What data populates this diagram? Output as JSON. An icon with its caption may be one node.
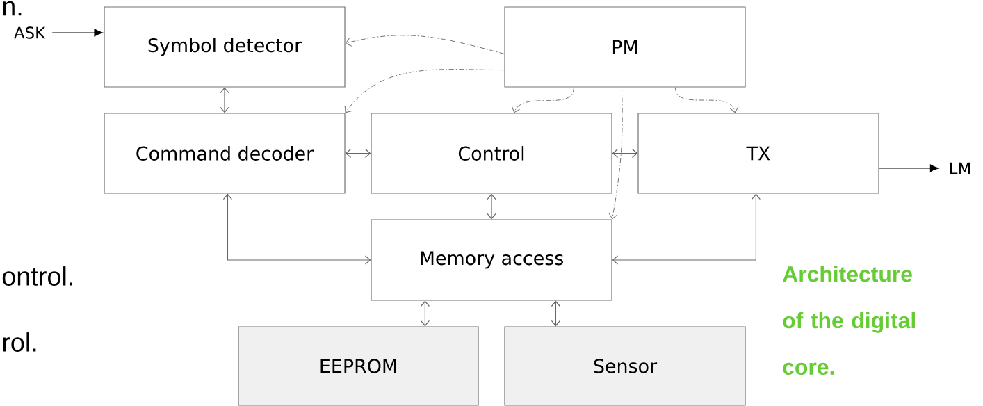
{
  "diagram": {
    "nodes": [
      {
        "text": [
          "ASK"
        ]
      },
      {
        "text": [
          "Symbol detector"
        ]
      },
      {
        "text": [
          "PM"
        ]
      },
      {
        "text": [
          "Command decoder"
        ]
      },
      {
        "text": [
          "Control"
        ]
      },
      {
        "text": [
          "TX"
        ]
      },
      {
        "text": [
          "LM"
        ]
      },
      {
        "text": [
          "Memory access"
        ]
      },
      {
        "text": [
          "EEPROM"
        ]
      },
      {
        "text": [
          "Sensor"
        ]
      }
    ],
    "edges": [
      {
        "from": 0,
        "to": 1,
        "arrow": "to",
        "color": "#000000"
      },
      {
        "from": 2,
        "to": 1,
        "arrow": "to",
        "style": "dashed"
      },
      {
        "from": 2,
        "to": 3,
        "arrow": "to",
        "style": "dashed"
      },
      {
        "from": 2,
        "to": 4,
        "arrow": "to",
        "style": "dashed"
      },
      {
        "from": 2,
        "to": 5,
        "arrow": "to",
        "style": "dashed"
      },
      {
        "from": 2,
        "to": 7,
        "arrow": "to",
        "style": "dashed"
      },
      {
        "from": 1,
        "to": 3,
        "arrow": "both"
      },
      {
        "from": 3,
        "to": 4,
        "arrow": "both"
      },
      {
        "from": 4,
        "to": 5,
        "arrow": "both"
      },
      {
        "from": 5,
        "to": 6,
        "arrow": "to",
        "color": "#000000"
      },
      {
        "from": 3,
        "to": 7,
        "arrow": "both"
      },
      {
        "from": 4,
        "to": 7,
        "arrow": "both"
      },
      {
        "from": 5,
        "to": 7,
        "arrow": "both"
      },
      {
        "from": 7,
        "to": 8,
        "arrow": "both"
      },
      {
        "from": 7,
        "to": 9,
        "arrow": "both"
      }
    ],
    "labels": [
      "n.",
      "ontrol.",
      "rol.",
      "Architecture of the digital core."
    ]
  }
}
